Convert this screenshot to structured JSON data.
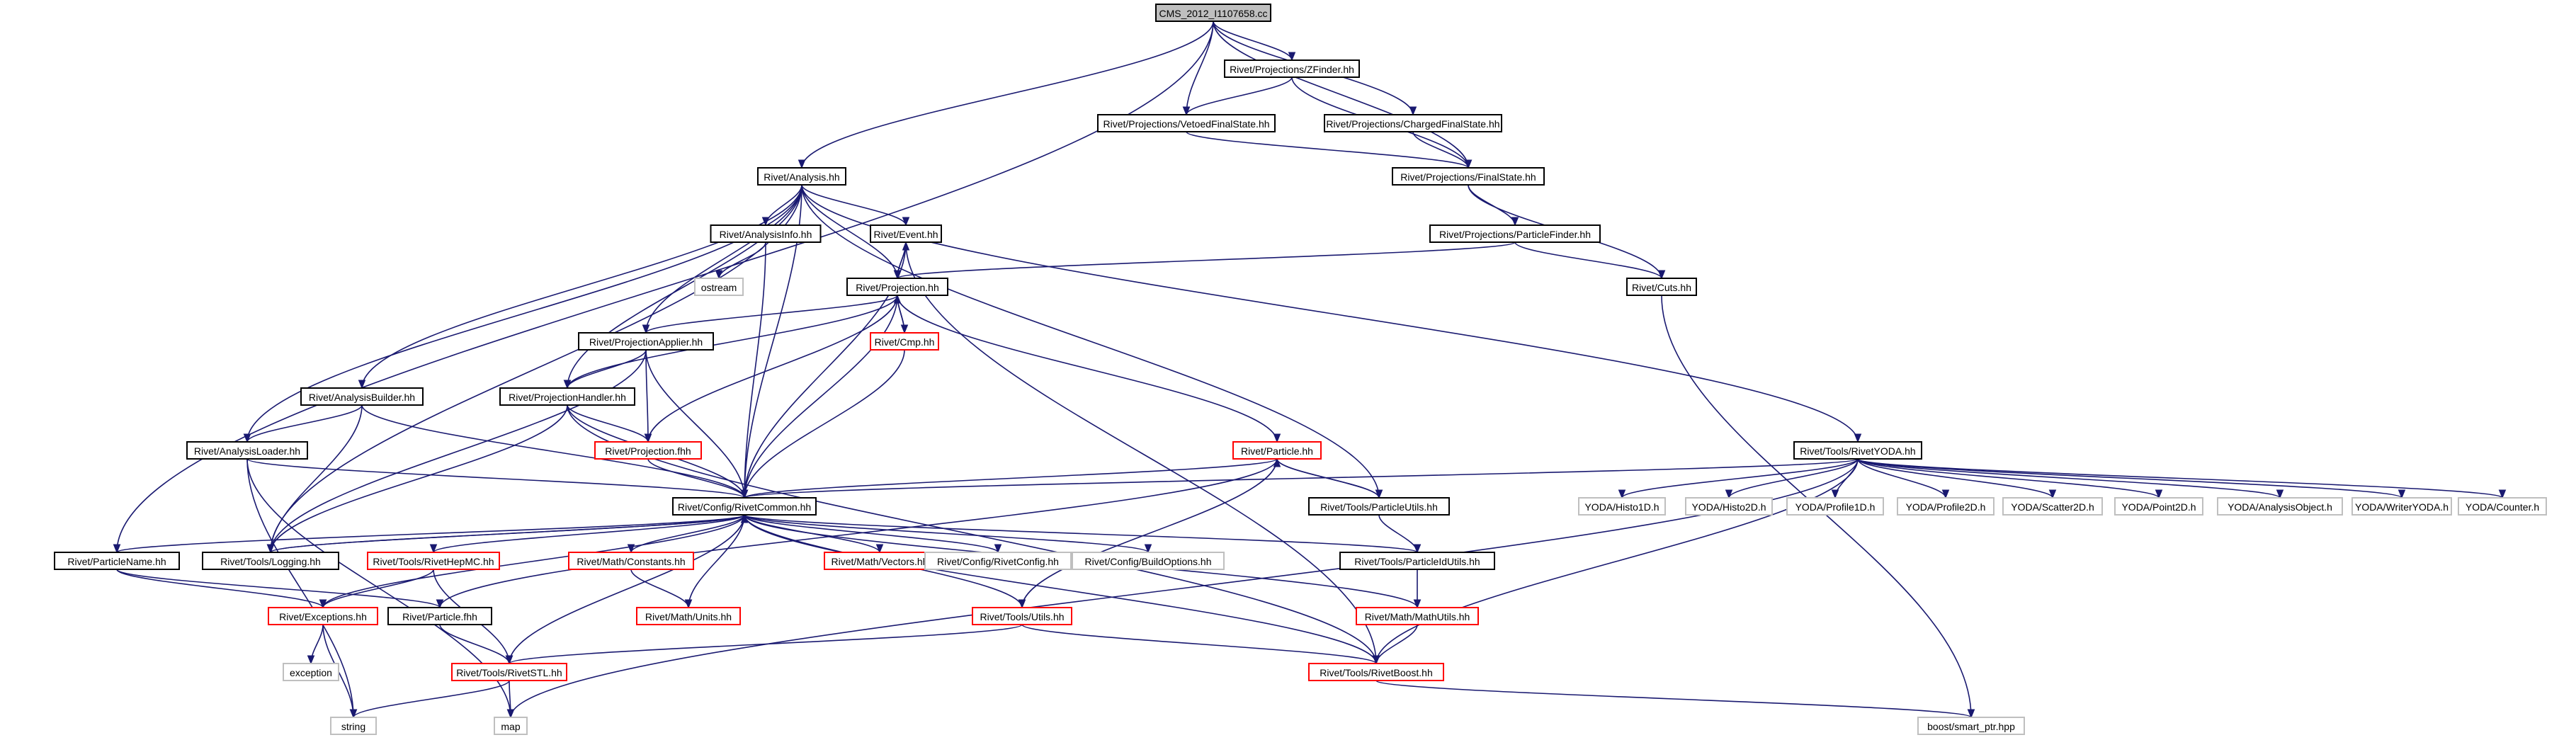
{
  "nodes": [
    {
      "id": "cms",
      "label": "CMS_2012_I1107658.cc",
      "style": "root"
    },
    {
      "id": "zfinder",
      "label": "Rivet/Projections/ZFinder.hh",
      "style": "black"
    },
    {
      "id": "vetoed",
      "label": "Rivet/Projections/VetoedFinalState.hh",
      "style": "black"
    },
    {
      "id": "charged",
      "label": "Rivet/Projections/ChargedFinalState.hh",
      "style": "black"
    },
    {
      "id": "finalstate",
      "label": "Rivet/Projections/FinalState.hh",
      "style": "black"
    },
    {
      "id": "analysis",
      "label": "Rivet/Analysis.hh",
      "style": "black"
    },
    {
      "id": "particlefinder",
      "label": "Rivet/Projections/ParticleFinder.hh",
      "style": "black"
    },
    {
      "id": "analysisinfo",
      "label": "Rivet/AnalysisInfo.hh",
      "style": "black"
    },
    {
      "id": "event",
      "label": "Rivet/Event.hh",
      "style": "black"
    },
    {
      "id": "ostream",
      "label": "ostream",
      "style": "grey"
    },
    {
      "id": "projection",
      "label": "Rivet/Projection.hh",
      "style": "black"
    },
    {
      "id": "cuts",
      "label": "Rivet/Cuts.hh",
      "style": "black"
    },
    {
      "id": "projapplier",
      "label": "Rivet/ProjectionApplier.hh",
      "style": "black"
    },
    {
      "id": "cmp",
      "label": "Rivet/Cmp.hh",
      "style": "red"
    },
    {
      "id": "analysisbuilder",
      "label": "Rivet/AnalysisBuilder.hh",
      "style": "black"
    },
    {
      "id": "projhandler",
      "label": "Rivet/ProjectionHandler.hh",
      "style": "black"
    },
    {
      "id": "analysisloader",
      "label": "Rivet/AnalysisLoader.hh",
      "style": "black"
    },
    {
      "id": "projfhh",
      "label": "Rivet/Projection.fhh",
      "style": "red"
    },
    {
      "id": "particle",
      "label": "Rivet/Particle.hh",
      "style": "red"
    },
    {
      "id": "rivetyoda",
      "label": "Rivet/Tools/RivetYODA.hh",
      "style": "black"
    },
    {
      "id": "rivetcommon",
      "label": "Rivet/Config/RivetCommon.hh",
      "style": "black"
    },
    {
      "id": "particleutils",
      "label": "Rivet/Tools/ParticleUtils.hh",
      "style": "black"
    },
    {
      "id": "histo1d",
      "label": "YODA/Histo1D.h",
      "style": "grey"
    },
    {
      "id": "histo2d",
      "label": "YODA/Histo2D.h",
      "style": "grey"
    },
    {
      "id": "profile1d",
      "label": "YODA/Profile1D.h",
      "style": "grey"
    },
    {
      "id": "profile2d",
      "label": "YODA/Profile2D.h",
      "style": "grey"
    },
    {
      "id": "scatter2d",
      "label": "YODA/Scatter2D.h",
      "style": "grey"
    },
    {
      "id": "point2d",
      "label": "YODA/Point2D.h",
      "style": "grey"
    },
    {
      "id": "analysisobject",
      "label": "YODA/AnalysisObject.h",
      "style": "grey"
    },
    {
      "id": "writeryoda",
      "label": "YODA/WriterYODA.h",
      "style": "grey"
    },
    {
      "id": "counter",
      "label": "YODA/Counter.h",
      "style": "grey"
    },
    {
      "id": "particlename",
      "label": "Rivet/ParticleName.hh",
      "style": "black"
    },
    {
      "id": "logging",
      "label": "Rivet/Tools/Logging.hh",
      "style": "black"
    },
    {
      "id": "rivethepmc",
      "label": "Rivet/Tools/RivetHepMC.hh",
      "style": "red"
    },
    {
      "id": "constants",
      "label": "Rivet/Math/Constants.hh",
      "style": "red"
    },
    {
      "id": "vectors",
      "label": "Rivet/Math/Vectors.hh",
      "style": "red"
    },
    {
      "id": "rivetconfig",
      "label": "Rivet/Config/RivetConfig.hh",
      "style": "grey"
    },
    {
      "id": "buildoptions",
      "label": "Rivet/Config/BuildOptions.hh",
      "style": "grey"
    },
    {
      "id": "particleidutils",
      "label": "Rivet/Tools/ParticleIdUtils.hh",
      "style": "black"
    },
    {
      "id": "exceptions",
      "label": "Rivet/Exceptions.hh",
      "style": "red"
    },
    {
      "id": "particlefhh",
      "label": "Rivet/Particle.fhh",
      "style": "black"
    },
    {
      "id": "units",
      "label": "Rivet/Math/Units.hh",
      "style": "red"
    },
    {
      "id": "toolsutils",
      "label": "Rivet/Tools/Utils.hh",
      "style": "red"
    },
    {
      "id": "mathutils",
      "label": "Rivet/Math/MathUtils.hh",
      "style": "red"
    },
    {
      "id": "exception",
      "label": "exception",
      "style": "grey"
    },
    {
      "id": "rivetstl",
      "label": "Rivet/Tools/RivetSTL.hh",
      "style": "red"
    },
    {
      "id": "rivetboost",
      "label": "Rivet/Tools/RivetBoost.hh",
      "style": "red"
    },
    {
      "id": "string",
      "label": "string",
      "style": "grey"
    },
    {
      "id": "map",
      "label": "map",
      "style": "grey"
    },
    {
      "id": "smartptr",
      "label": "boost/smart_ptr.hpp",
      "style": "grey"
    }
  ],
  "edges": [
    [
      "cms",
      "analysis"
    ],
    [
      "cms",
      "zfinder"
    ],
    [
      "cms",
      "vetoed"
    ],
    [
      "cms",
      "charged"
    ],
    [
      "cms",
      "finalstate"
    ],
    [
      "cms",
      "particlename"
    ],
    [
      "zfinder",
      "vetoed"
    ],
    [
      "zfinder",
      "finalstate"
    ],
    [
      "vetoed",
      "finalstate"
    ],
    [
      "charged",
      "finalstate"
    ],
    [
      "finalstate",
      "particlefinder"
    ],
    [
      "finalstate",
      "cuts"
    ],
    [
      "particlefinder",
      "projection"
    ],
    [
      "particlefinder",
      "cuts"
    ],
    [
      "analysis",
      "analysisinfo"
    ],
    [
      "analysis",
      "event"
    ],
    [
      "analysis",
      "projection"
    ],
    [
      "analysis",
      "projapplier"
    ],
    [
      "analysis",
      "projhandler"
    ],
    [
      "analysis",
      "analysisbuilder"
    ],
    [
      "analysis",
      "analysisloader"
    ],
    [
      "analysis",
      "rivetcommon"
    ],
    [
      "analysis",
      "logging"
    ],
    [
      "analysis",
      "particleutils"
    ],
    [
      "analysis",
      "rivetyoda"
    ],
    [
      "analysisinfo",
      "ostream"
    ],
    [
      "analysisinfo",
      "rivetcommon"
    ],
    [
      "event",
      "projection"
    ],
    [
      "event",
      "rivetcommon"
    ],
    [
      "event",
      "rivetboost"
    ],
    [
      "projection",
      "event"
    ],
    [
      "projection",
      "cmp"
    ],
    [
      "projection",
      "projapplier"
    ],
    [
      "projection",
      "projhandler"
    ],
    [
      "projection",
      "projfhh"
    ],
    [
      "projection",
      "particle"
    ],
    [
      "projection",
      "rivetcommon"
    ],
    [
      "cmp",
      "projection"
    ],
    [
      "cmp",
      "rivetcommon"
    ],
    [
      "projapplier",
      "projhandler"
    ],
    [
      "projapplier",
      "projfhh"
    ],
    [
      "projapplier",
      "rivetcommon"
    ],
    [
      "projapplier",
      "logging"
    ],
    [
      "projhandler",
      "projfhh"
    ],
    [
      "projhandler",
      "rivetcommon"
    ],
    [
      "projhandler",
      "logging"
    ],
    [
      "projhandler",
      "rivetboost"
    ],
    [
      "analysisbuilder",
      "analysisloader"
    ],
    [
      "analysisbuilder",
      "rivetcommon"
    ],
    [
      "analysisbuilder",
      "logging"
    ],
    [
      "analysisloader",
      "rivetcommon"
    ],
    [
      "analysisloader",
      "string"
    ],
    [
      "analysisloader",
      "map"
    ],
    [
      "projfhh",
      "rivetcommon"
    ],
    [
      "particle",
      "particleutils"
    ],
    [
      "particle",
      "rivetcommon"
    ],
    [
      "particle",
      "particlefhh"
    ],
    [
      "particle",
      "toolsutils"
    ],
    [
      "particleutils",
      "particle"
    ],
    [
      "particleutils",
      "particleidutils"
    ],
    [
      "rivetyoda",
      "rivetcommon"
    ],
    [
      "rivetyoda",
      "histo1d"
    ],
    [
      "rivetyoda",
      "histo2d"
    ],
    [
      "rivetyoda",
      "profile1d"
    ],
    [
      "rivetyoda",
      "profile2d"
    ],
    [
      "rivetyoda",
      "scatter2d"
    ],
    [
      "rivetyoda",
      "point2d"
    ],
    [
      "rivetyoda",
      "analysisobject"
    ],
    [
      "rivetyoda",
      "writeryoda"
    ],
    [
      "rivetyoda",
      "counter"
    ],
    [
      "rivetyoda",
      "rivetboost"
    ],
    [
      "rivetyoda",
      "map"
    ],
    [
      "rivetcommon",
      "particlename"
    ],
    [
      "rivetcommon",
      "logging"
    ],
    [
      "rivetcommon",
      "rivethepmc"
    ],
    [
      "rivetcommon",
      "constants"
    ],
    [
      "rivetcommon",
      "vectors"
    ],
    [
      "rivetcommon",
      "rivetconfig"
    ],
    [
      "rivetcommon",
      "buildoptions"
    ],
    [
      "rivetcommon",
      "particleidutils"
    ],
    [
      "rivetcommon",
      "exceptions"
    ],
    [
      "rivetcommon",
      "units"
    ],
    [
      "rivetcommon",
      "toolsutils"
    ],
    [
      "rivetcommon",
      "mathutils"
    ],
    [
      "rivetcommon",
      "rivetstl"
    ],
    [
      "rivetcommon",
      "rivetboost"
    ],
    [
      "logging",
      "rivetcommon"
    ],
    [
      "particlename",
      "exceptions"
    ],
    [
      "particlename",
      "particlefhh"
    ],
    [
      "rivethepmc",
      "exceptions"
    ],
    [
      "rivethepmc",
      "rivetstl"
    ],
    [
      "constants",
      "units"
    ],
    [
      "particleidutils",
      "mathutils"
    ],
    [
      "exceptions",
      "exception"
    ],
    [
      "exceptions",
      "string"
    ],
    [
      "particlefhh",
      "rivetstl"
    ],
    [
      "toolsutils",
      "rivetstl"
    ],
    [
      "toolsutils",
      "rivetboost"
    ],
    [
      "mathutils",
      "rivetboost"
    ],
    [
      "rivetstl",
      "string"
    ],
    [
      "rivetstl",
      "map"
    ],
    [
      "rivetboost",
      "smartptr"
    ],
    [
      "cuts",
      "smartptr"
    ]
  ]
}
